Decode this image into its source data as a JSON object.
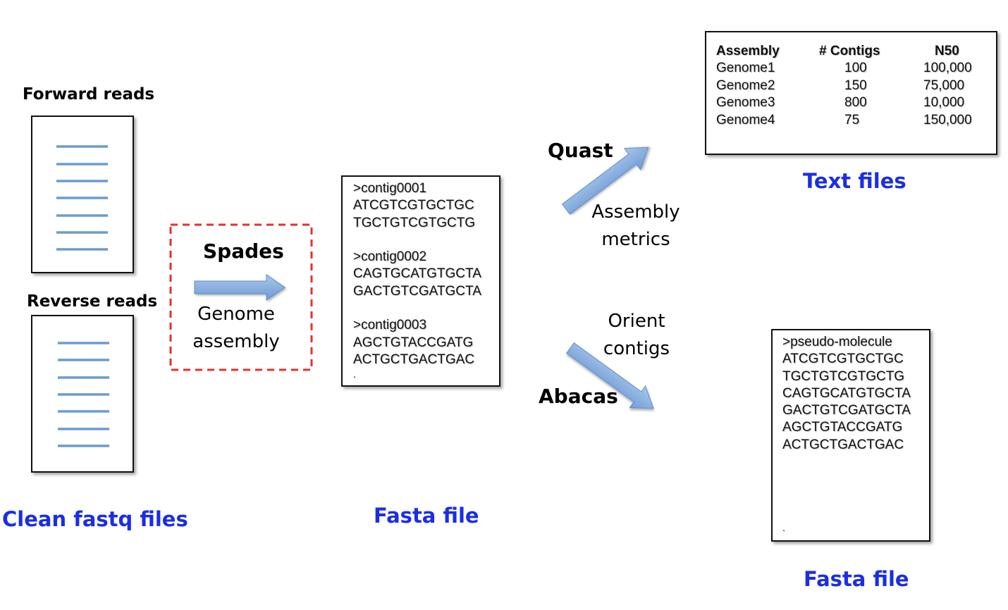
{
  "colors": {
    "accent_blue": "#1a2ee6",
    "dash_red": "#e8302a",
    "arrow_blue": "#7aa6dc",
    "line_blue": "#6b9bd1"
  },
  "reads": {
    "forward_label": "Forward reads",
    "reverse_label": "Reverse reads",
    "group_title": "Clean fastq files"
  },
  "spades": {
    "tool": "Spades",
    "desc_line1": "Genome",
    "desc_line2": "assembly"
  },
  "fasta_contigs": {
    "lines": [
      ">contig0001",
      "ATCGTCGTGCTGC",
      "TGCTGTCGTGCTG",
      "",
      ">contig0002",
      "CAGTGCATGTGCTA",
      "GACTGTCGATGCTA",
      "",
      ">contig0003",
      "AGCTGTACCGATG",
      "ACTGCTGACTGAC",
      "."
    ],
    "title": "Fasta file"
  },
  "quast": {
    "tool": "Quast",
    "desc_line1": "Assembly",
    "desc_line2": "metrics"
  },
  "abacas": {
    "tool": "Abacas",
    "desc_line1": "Orient",
    "desc_line2": "contigs"
  },
  "metrics_table": {
    "headers": [
      "Assembly",
      "# Contigs",
      "N50"
    ],
    "rows": [
      [
        "Genome1",
        "100",
        "100,000"
      ],
      [
        "Genome2",
        "150",
        "75,000"
      ],
      [
        "Genome3",
        "800",
        "10,000"
      ],
      [
        "Genome4",
        "75",
        "150,000"
      ]
    ],
    "title": "Text files"
  },
  "fasta_pseudo": {
    "lines": [
      ">pseudo-molecule",
      "ATCGTCGTGCTGC",
      "TGCTGTCGTGCTG",
      "CAGTGCATGTGCTA",
      "GACTGTCGATGCTA",
      "AGCTGTACCGATG",
      "ACTGCTGACTGAC"
    ],
    "end_mark": ".",
    "title": "Fasta file"
  }
}
